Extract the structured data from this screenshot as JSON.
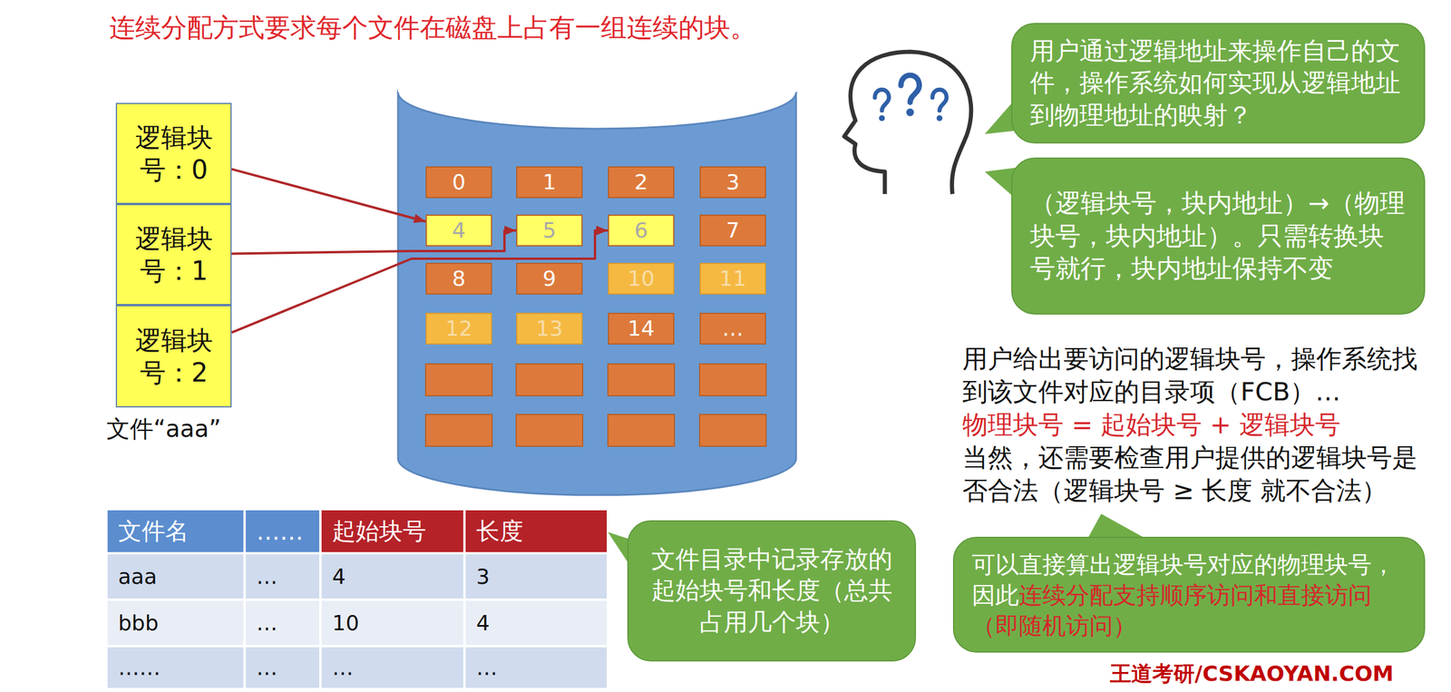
{
  "diagram": {
    "title": "连续分配方式要求每个文件在磁盘上占有一组连续的块。",
    "nodes": [
      {
        "text": [
          "逻辑块号：0"
        ]
      },
      {
        "text": [
          "逻辑块号：1"
        ]
      },
      {
        "text": [
          "逻辑块号：2"
        ]
      },
      {
        "text": [
          "0"
        ]
      },
      {
        "text": [
          "1"
        ]
      },
      {
        "text": [
          "2"
        ]
      },
      {
        "text": [
          "3"
        ]
      },
      {
        "text": [
          "4"
        ]
      },
      {
        "text": [
          "5"
        ]
      },
      {
        "text": [
          "6"
        ]
      },
      {
        "text": [
          "7"
        ]
      },
      {
        "text": [
          "8"
        ]
      },
      {
        "text": [
          "9"
        ]
      },
      {
        "text": [
          "10"
        ]
      },
      {
        "text": [
          "11"
        ]
      },
      {
        "text": [
          "12"
        ]
      },
      {
        "text": [
          "13"
        ]
      },
      {
        "text": [
          "14"
        ]
      },
      {
        "text": [
          "…"
        ]
      },
      {
        "text": [
          "用户通过逻辑地址来操作自己的文件，操作系统如何实现从逻辑地址到物理地址的映射？"
        ]
      },
      {
        "text": [
          "（逻辑块号，块内地址）→（物理块号，块内地址）。只需转换块号就行，块内地址保持不变"
        ]
      },
      {
        "text": [
          "文件目录中记录存放的起始块号和长度（总共占用几个块）"
        ]
      },
      {
        "text": [
          "可以直接算出逻辑块号对应的物理块号，因此",
          "连续分配支持顺序访问和直接访问（即随机访问）"
        ]
      }
    ],
    "edges": [
      {
        "from": 0,
        "to": 7,
        "arrow": "to"
      },
      {
        "from": 1,
        "to": 8,
        "arrow": "to"
      },
      {
        "from": 2,
        "to": 9,
        "arrow": "to"
      }
    ],
    "labels": [
      "文件“aaa”",
      "文件名",
      "……",
      "起始块号",
      "长度",
      "aaa",
      "…",
      "4",
      "3",
      "bbb",
      "…",
      "10",
      "4",
      "……",
      "…",
      "…",
      "…",
      "用户给出要访问的逻辑块号，操作系统找到该文件对应的目录项（FCB）…",
      "物理块号 = 起始块号 + 逻辑块号",
      "当然，还需要检查用户提供的逻辑块号是否合法（逻辑块号 ≥ 长度 就不合法）",
      "王道考研/CSKAOYAN.COM"
    ]
  }
}
